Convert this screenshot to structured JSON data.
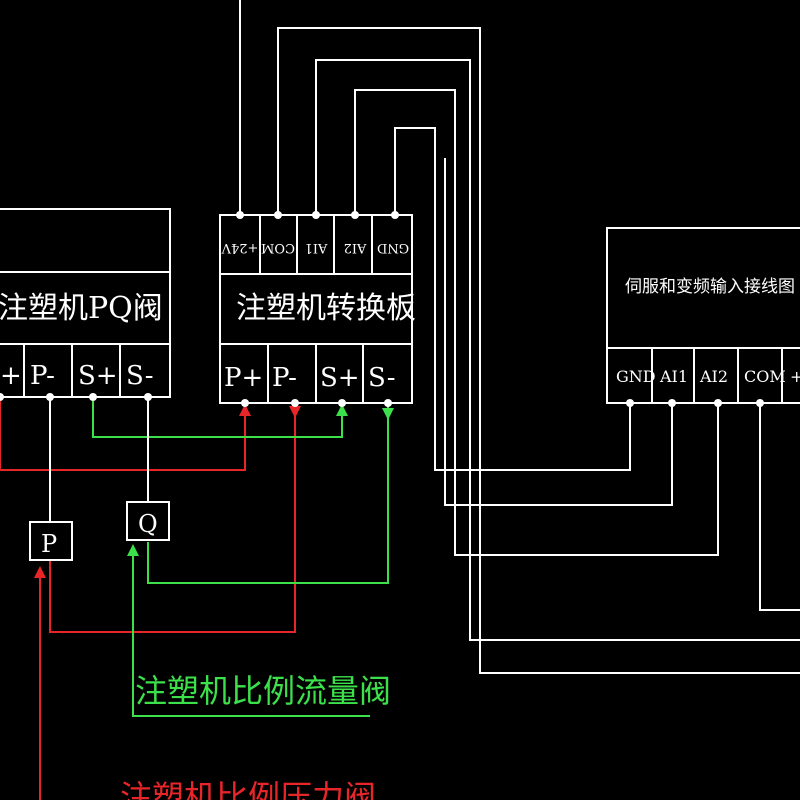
{
  "pq_valve": {
    "title": "注塑机PQ阀",
    "terminals": [
      "+",
      "P-",
      "S+",
      "S-"
    ]
  },
  "converter_board": {
    "title": "注塑机转换板",
    "top_terminals": [
      "+24V",
      "COM",
      "AI1",
      "AI2",
      "GND"
    ],
    "bottom_terminals": [
      "P+",
      "P-",
      "S+",
      "S-"
    ]
  },
  "servo_box": {
    "title": "伺服和变频输入接线图",
    "terminals": [
      "GND",
      "AI1",
      "AI2",
      "COM",
      "+"
    ]
  },
  "sensor_boxes": {
    "p": "P",
    "q": "Q"
  },
  "labels": {
    "flow_valve": "注塑机比例流量阀",
    "pressure_valve": "注塑机比例压力阀"
  },
  "colors": {
    "wire_white": "#ffffff",
    "wire_red": "#e8262a",
    "wire_green": "#3ce04a",
    "background": "#000000"
  }
}
